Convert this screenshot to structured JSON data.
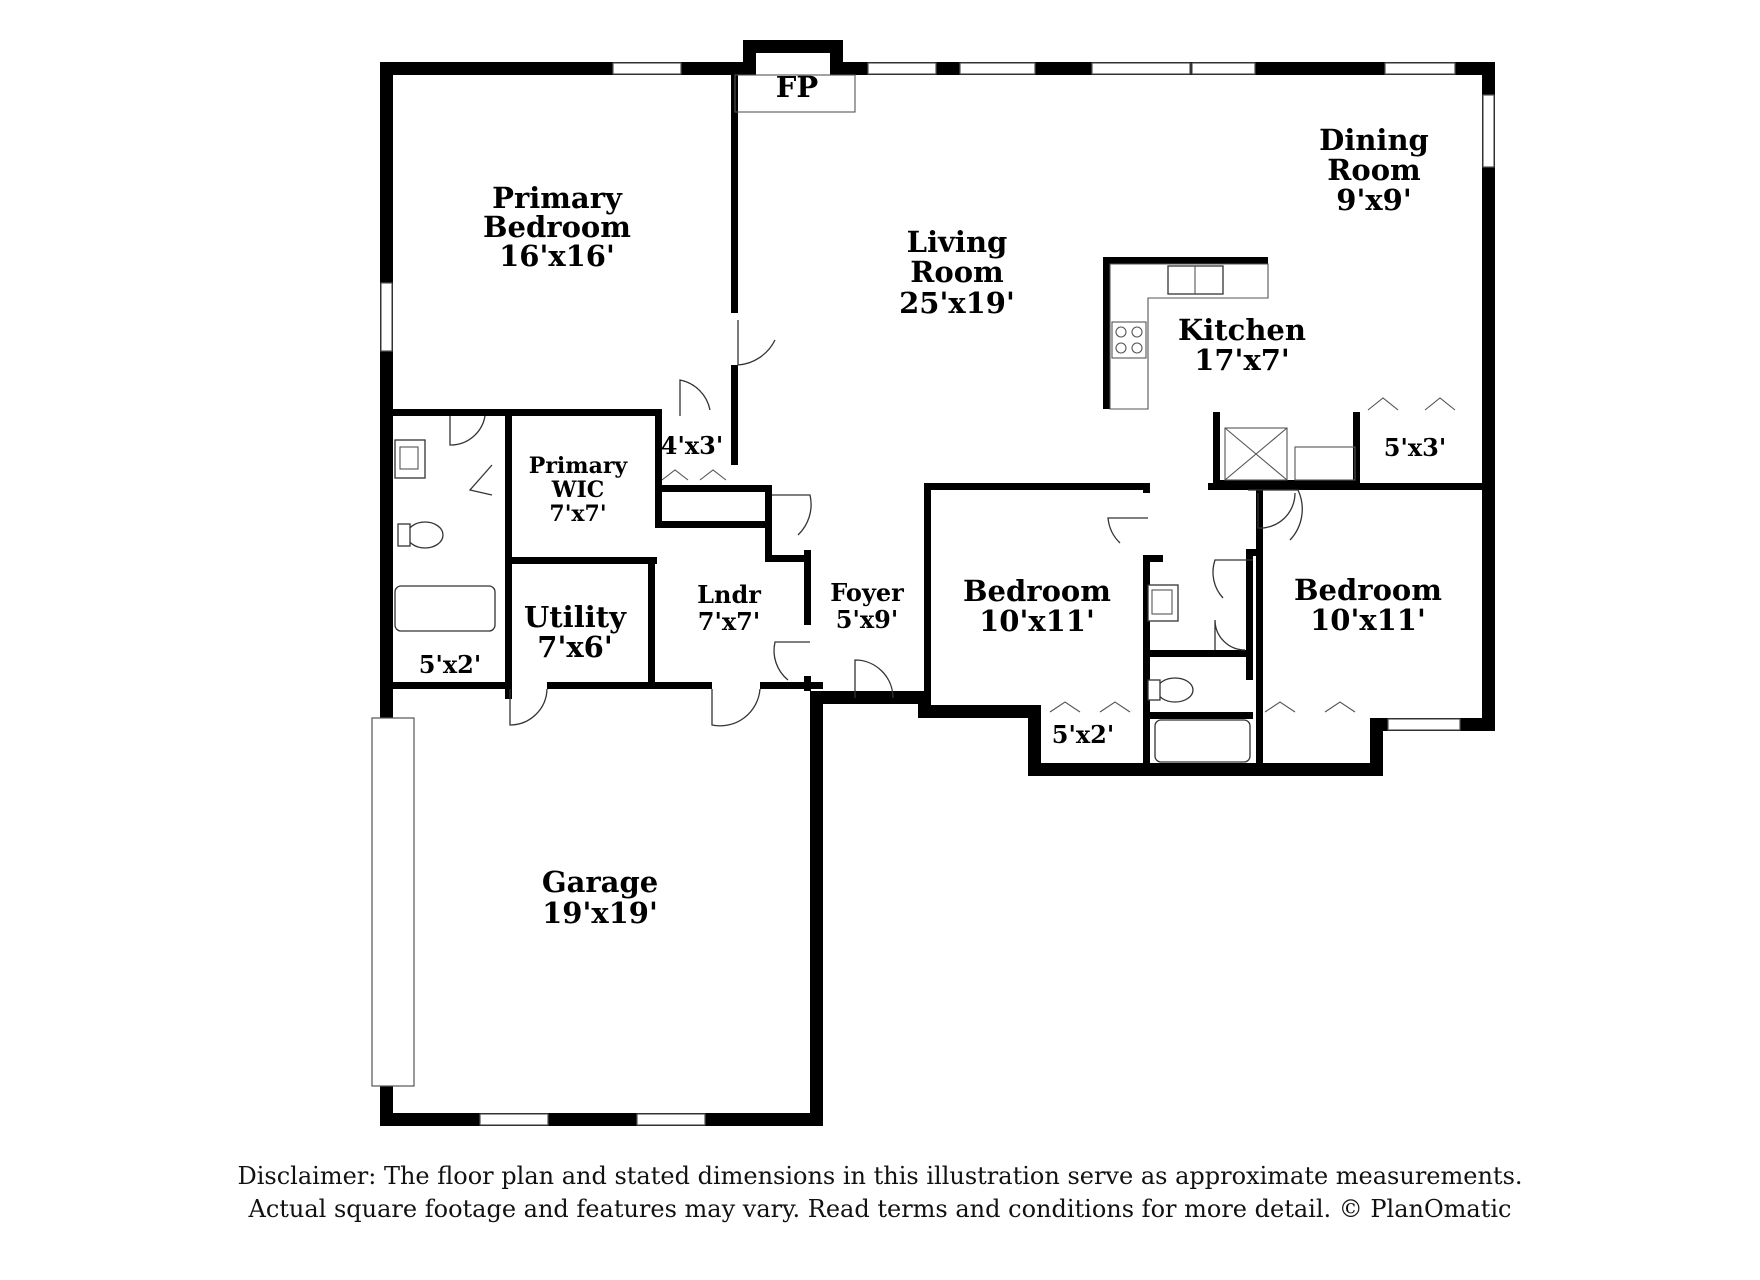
{
  "rooms": {
    "primary_bedroom": {
      "name_line1": "Primary",
      "name_line2": "Bedroom",
      "dims": "16'x16'"
    },
    "living_room": {
      "name_line1": "Living",
      "name_line2": "Room",
      "dims": "25'x19'"
    },
    "dining_room": {
      "name_line1": "Dining",
      "name_line2": "Room",
      "dims": "9'x9'"
    },
    "kitchen": {
      "name": "Kitchen",
      "dims": "17'x7'"
    },
    "fireplace": {
      "name": "FP"
    },
    "primary_wic": {
      "name_line1": "Primary",
      "name_line2": "WIC",
      "dims": "7'x7'"
    },
    "hall_closet": {
      "dims": "4'x3'"
    },
    "utility": {
      "name": "Utility",
      "dims": "7'x6'"
    },
    "utility_closet": {
      "dims": "5'x2'"
    },
    "laundry": {
      "name": "Lndr",
      "dims": "7'x7'"
    },
    "foyer": {
      "name": "Foyer",
      "dims": "5'x9'"
    },
    "bedroom_left": {
      "name": "Bedroom",
      "dims": "10'x11'"
    },
    "bedroom_left_closet": {
      "dims": "5'x2'"
    },
    "bedroom_right": {
      "name": "Bedroom",
      "dims": "10'x11'"
    },
    "pantry_closet": {
      "dims": "5'x3'"
    },
    "garage": {
      "name": "Garage",
      "dims": "19'x19'"
    }
  },
  "disclaimer": {
    "line1": "Disclaimer: The floor plan and stated dimensions in this illustration serve as approximate measurements.",
    "line2": "Actual square footage and features may vary. Read terms and conditions for more detail. © PlanOmatic"
  }
}
